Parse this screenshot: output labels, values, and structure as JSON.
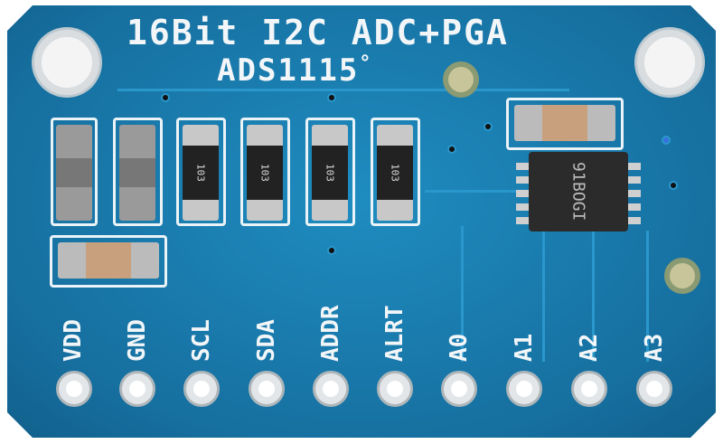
{
  "board": {
    "title": "16Bit I2C ADC+PGA",
    "model": "ADS1115",
    "model_mark": "°",
    "colors": {
      "pcb": "#1a7fb0",
      "silkscreen": "#f2f6f8"
    },
    "resistor_code": "103",
    "chip_marking": [
      "91",
      "BOGI"
    ],
    "pins": [
      "VDD",
      "GND",
      "SCL",
      "SDA",
      "ADDR",
      "ALRT",
      "A0",
      "A1",
      "A2",
      "A3"
    ]
  }
}
